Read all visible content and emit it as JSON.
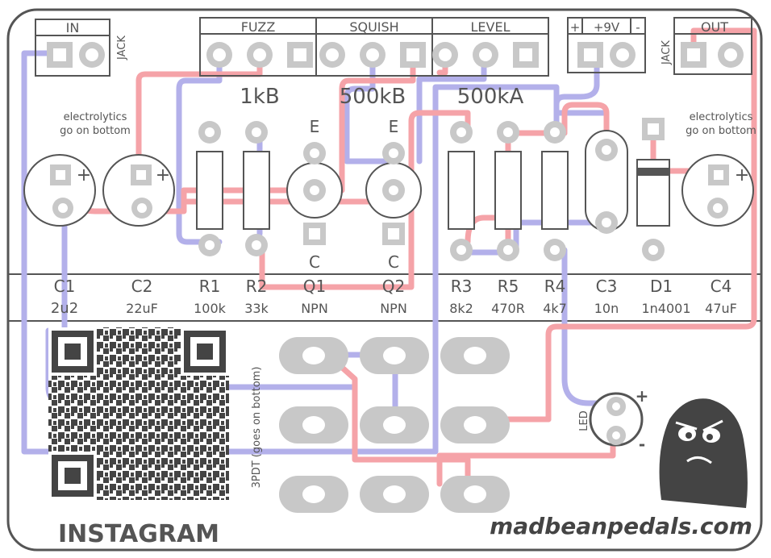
{
  "connectors": {
    "in": {
      "label": "IN",
      "side": "JACK"
    },
    "fuzz": "FUZZ",
    "squish": "SQUISH",
    "level": "LEVEL",
    "power": {
      "plus": "+",
      "label": "+9V",
      "minus": "-"
    },
    "out": {
      "label": "OUT",
      "side": "JACK"
    }
  },
  "pot_values": {
    "fuzz": "1kB",
    "squish": "500kB",
    "level": "500kA"
  },
  "notes": {
    "electrolytics_left": [
      "electrolytics",
      "go on bottom"
    ],
    "electrolytics_right": [
      "electrolytics",
      "go on bottom"
    ],
    "switch": "3PDT (goes on bottom)"
  },
  "transistor_pins": {
    "emitter": "E",
    "collector": "C"
  },
  "parts": [
    {
      "ref": "C1",
      "value": "2u2"
    },
    {
      "ref": "C2",
      "value": "22uF"
    },
    {
      "ref": "R1",
      "value": "100k"
    },
    {
      "ref": "R2",
      "value": "33k"
    },
    {
      "ref": "Q1",
      "value": "NPN"
    },
    {
      "ref": "Q2",
      "value": "NPN"
    },
    {
      "ref": "R3",
      "value": "8k2"
    },
    {
      "ref": "R5",
      "value": "470R"
    },
    {
      "ref": "R4",
      "value": "4k7"
    },
    {
      "ref": "C3",
      "value": "10n"
    },
    {
      "ref": "D1",
      "value": "1n4001"
    },
    {
      "ref": "C4",
      "value": "47uF"
    }
  ],
  "led": {
    "label": "LED",
    "plus": "+",
    "minus": "-"
  },
  "polarity_mark": "+",
  "instagram": "INSTAGRAM",
  "brand": "madbeanpedals.com",
  "colors": {
    "red_trace": "#f5a3a8",
    "blue_trace": "#b3b0ea",
    "pad": "#c8c8c8",
    "silk": "#555555"
  }
}
